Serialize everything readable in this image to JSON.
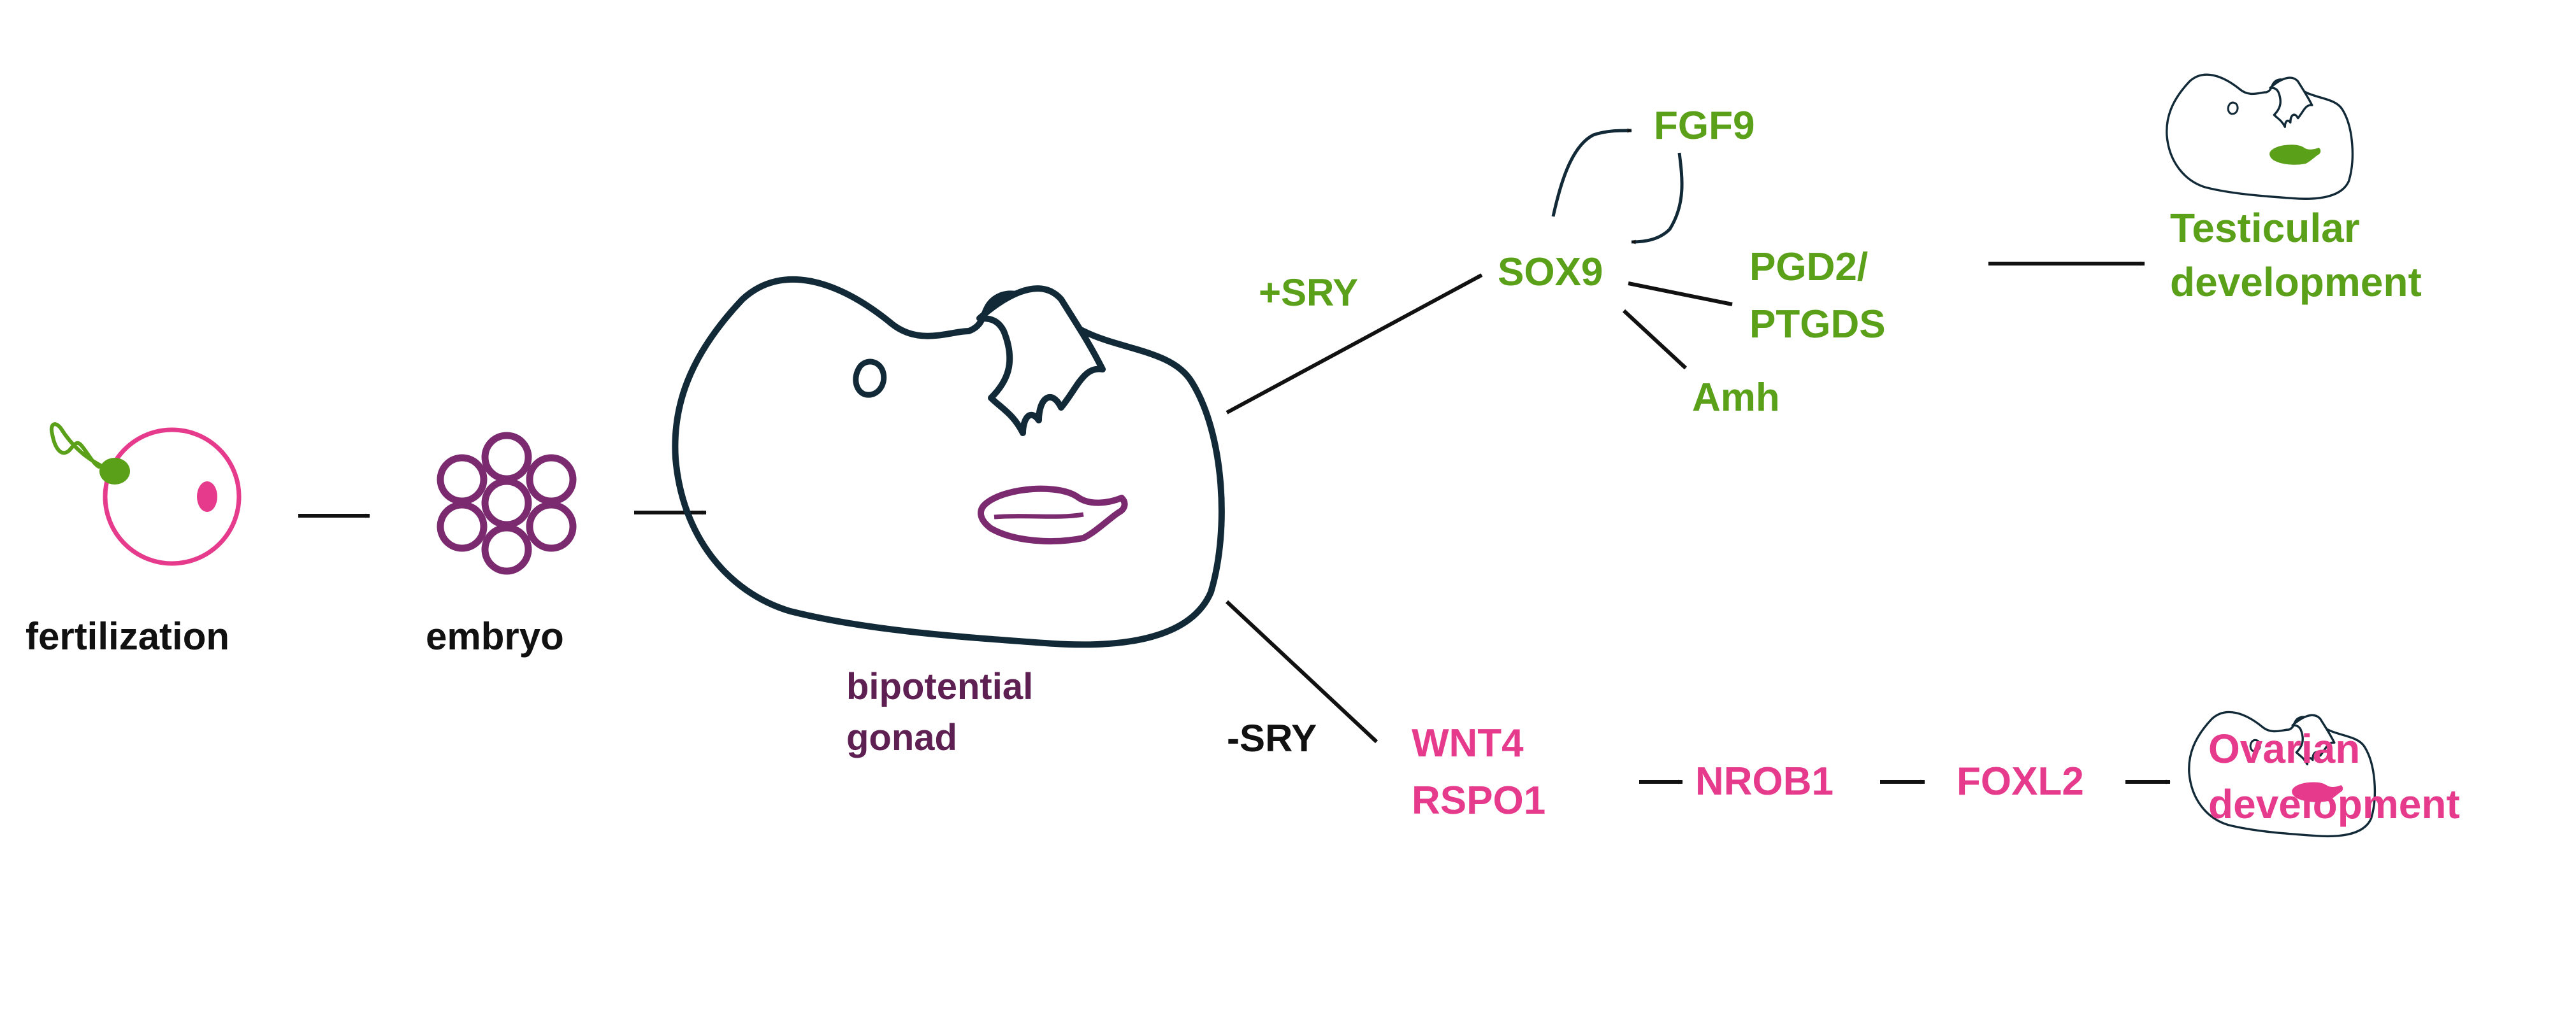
{
  "colors": {
    "outline": "#122a38",
    "arrow": "#111111",
    "sperm": "#5aa019",
    "egg": "#e63b8c",
    "embryo": "#7b2a70",
    "bipotential_label": "#5e1f52",
    "male": "#5aa019",
    "female": "#e63b8c"
  },
  "icons": {
    "fertilization": "sperm-egg-icon",
    "embryo": "cell-cluster-icon",
    "gonad": "embryo-gonad-icon"
  },
  "labels": {
    "fertilization": "fertilization",
    "embryo": "embryo",
    "bipotential_line1": "bipotential",
    "bipotential_line2": "gonad",
    "plus_sry": "+SRY",
    "minus_sry": "-SRY"
  },
  "male_pathway": {
    "fgf9": "FGF9",
    "sox9": "SOX9",
    "pgd2_line1": "PGD2/",
    "pgd2_line2": "PTGDS",
    "amh": "Amh",
    "outcome_line1": "Testicular",
    "outcome_line2": "development"
  },
  "female_pathway": {
    "wnt4": "WNT4",
    "rspo1": "RSPO1",
    "nrob1": "NROB1",
    "foxl2": "FOXL2",
    "outcome_line1": "Ovarian",
    "outcome_line2": "development"
  }
}
